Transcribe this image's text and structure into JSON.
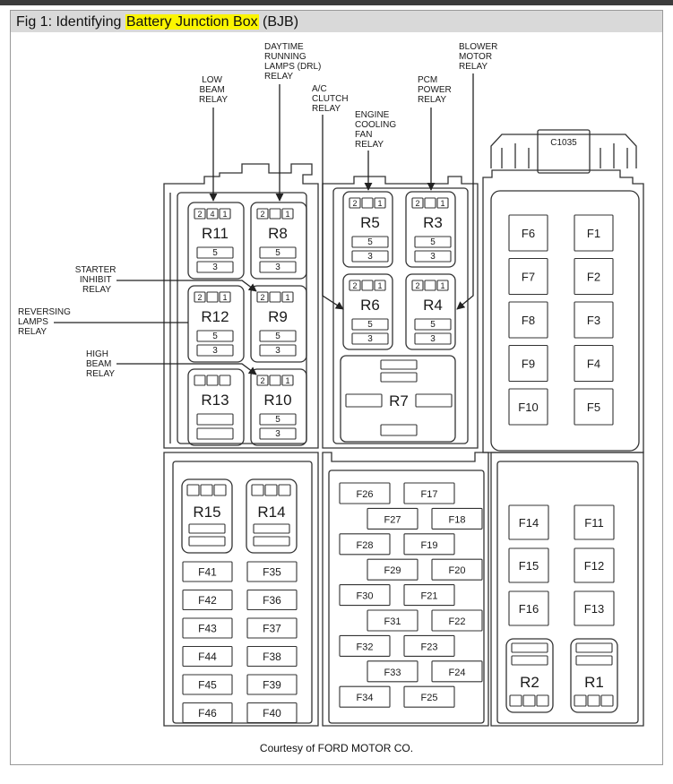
{
  "header": {
    "prefix": "Fig 1: Identifying ",
    "highlight": "Battery Junction Box",
    "suffix": " (BJB)",
    "highlight_color": "#fbf500"
  },
  "callouts": {
    "low_beam": [
      "LOW",
      "BEAM",
      "RELAY"
    ],
    "drl": [
      "DAYTIME",
      "RUNNING",
      "LAMPS (DRL)",
      "RELAY"
    ],
    "ac_clutch": [
      "A/C",
      "CLUTCH",
      "RELAY"
    ],
    "engine_fan": [
      "ENGINE",
      "COOLING",
      "FAN",
      "RELAY"
    ],
    "pcm_power": [
      "PCM",
      "POWER",
      "RELAY"
    ],
    "blower": [
      "BLOWER",
      "MOTOR",
      "RELAY"
    ],
    "starter": [
      "STARTER",
      "INHIBIT",
      "RELAY"
    ],
    "reversing": [
      "REVERSING",
      "LAMPS",
      "RELAY"
    ],
    "high_beam": [
      "HIGH",
      "BEAM",
      "RELAY"
    ]
  },
  "connector": "C1035",
  "relays": {
    "R11": {
      "label": "R11",
      "pins": [
        "2",
        "4",
        "1",
        "5",
        "3"
      ]
    },
    "R8": {
      "label": "R8",
      "pins": [
        "2",
        "",
        "1",
        "5",
        "3"
      ]
    },
    "R5": {
      "label": "R5",
      "pins": [
        "2",
        "",
        "1",
        "5",
        "3"
      ]
    },
    "R3": {
      "label": "R3",
      "pins": [
        "2",
        "",
        "1",
        "5",
        "3"
      ]
    },
    "R12": {
      "label": "R12",
      "pins": [
        "2",
        "",
        "1",
        "5",
        "3"
      ]
    },
    "R9": {
      "label": "R9",
      "pins": [
        "2",
        "",
        "1",
        "5",
        "3"
      ]
    },
    "R6": {
      "label": "R6",
      "pins": [
        "2",
        "",
        "1",
        "5",
        "3"
      ]
    },
    "R4": {
      "label": "R4",
      "pins": [
        "2",
        "",
        "1",
        "5",
        "3"
      ]
    },
    "R13": {
      "label": "R13",
      "pins": [
        "",
        "",
        "",
        "",
        ""
      ]
    },
    "R10": {
      "label": "R10",
      "pins": [
        "2",
        "",
        "1",
        "5",
        "3"
      ]
    },
    "R7": {
      "label": "R7"
    },
    "R15": {
      "label": "R15"
    },
    "R14": {
      "label": "R14"
    },
    "R2": {
      "label": "R2"
    },
    "R1": {
      "label": "R1"
    }
  },
  "fuses": {
    "right_top": [
      "F6",
      "F1",
      "F7",
      "F2",
      "F8",
      "F3",
      "F9",
      "F4",
      "F10",
      "F5"
    ],
    "middle_bottom": [
      "F26",
      "F17",
      "F27",
      "F18",
      "F28",
      "F19",
      "F29",
      "F20",
      "F30",
      "F21",
      "F31",
      "F22",
      "F32",
      "F23",
      "F33",
      "F24",
      "F34",
      "F25"
    ],
    "left_bottom": [
      "F41",
      "F35",
      "F42",
      "F36",
      "F43",
      "F37",
      "F44",
      "F38",
      "F45",
      "F39",
      "F46",
      "F40"
    ],
    "right_bottom": [
      "F14",
      "F11",
      "F15",
      "F12",
      "F16",
      "F13"
    ]
  },
  "credit": "Courtesy of FORD MOTOR CO."
}
